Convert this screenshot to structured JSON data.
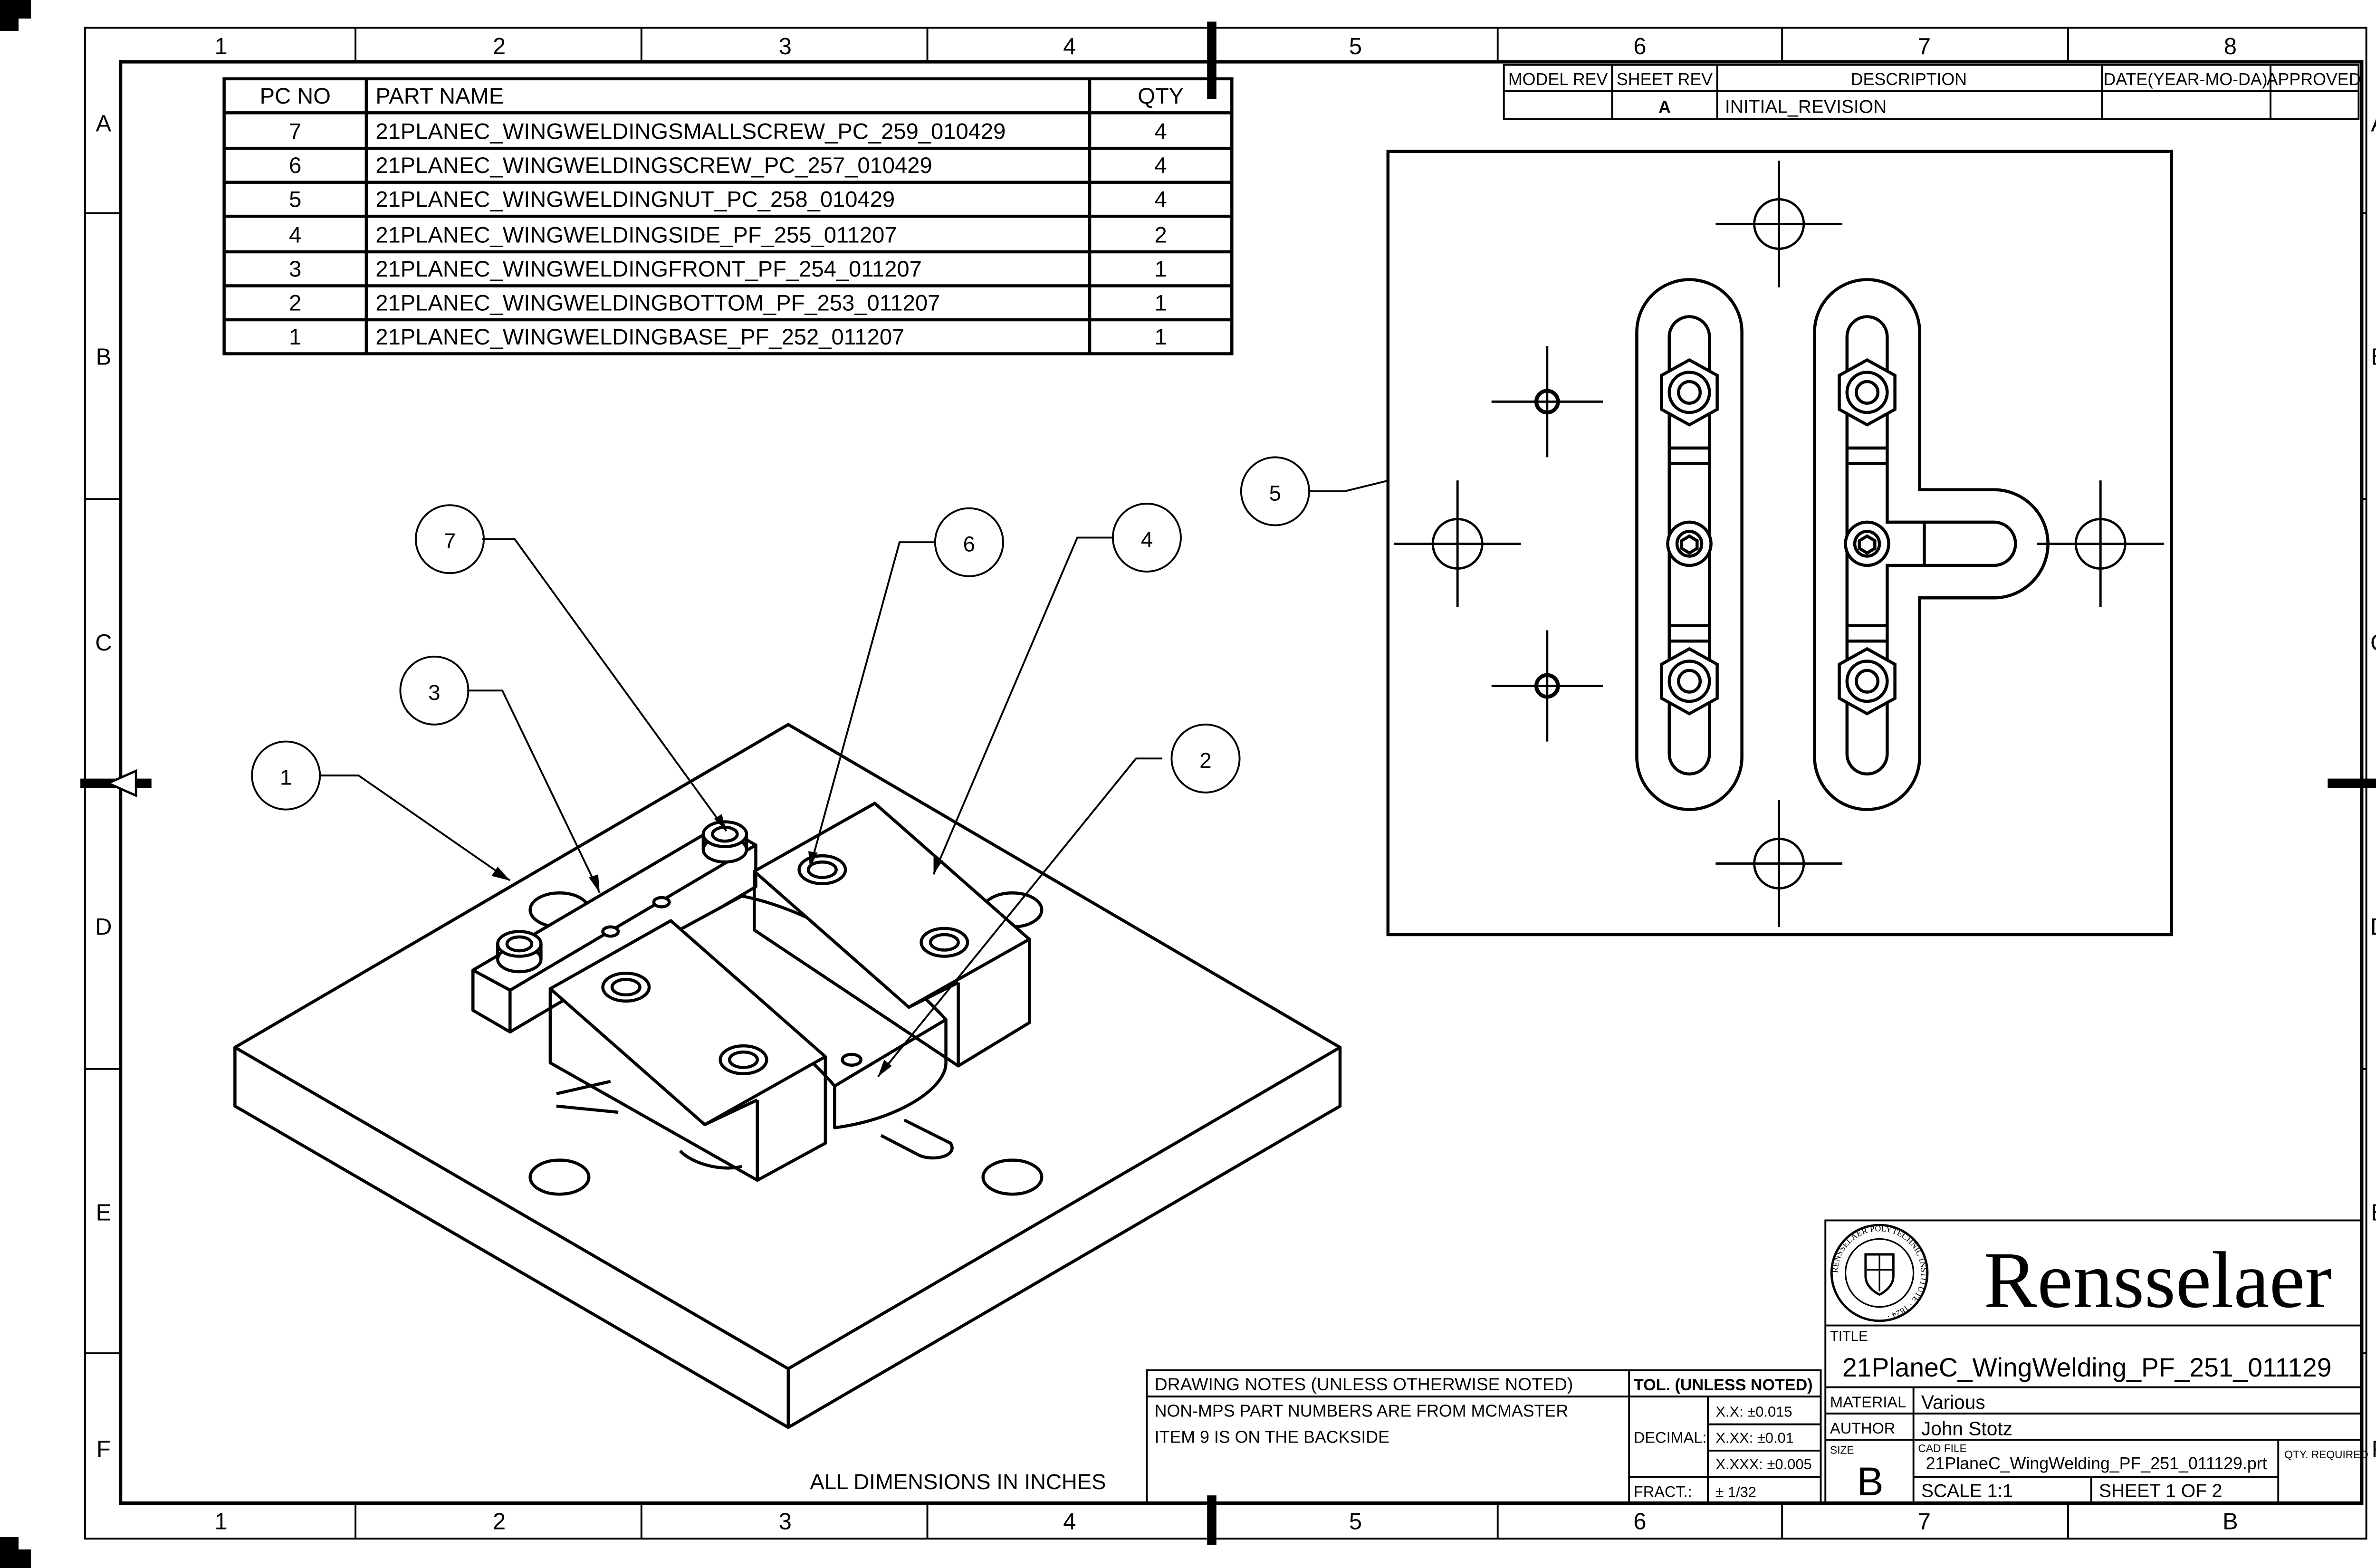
{
  "border": {
    "columns": [
      "1",
      "2",
      "3",
      "4",
      "5",
      "6",
      "7",
      "8"
    ],
    "columns_bottom": [
      "1",
      "2",
      "3",
      "4",
      "5",
      "6",
      "7",
      "B"
    ],
    "rows": [
      "A",
      "B",
      "C",
      "D",
      "E",
      "F"
    ]
  },
  "parts_list": {
    "headers": {
      "pc_no": "PC NO",
      "part_name": "PART NAME",
      "qty": "QTY"
    },
    "rows": [
      {
        "pc_no": "7",
        "part_name": "21PLANEC_WINGWELDINGSMALLSCREW_PC_259_010429",
        "qty": "4"
      },
      {
        "pc_no": "6",
        "part_name": "21PLANEC_WINGWELDINGSCREW_PC_257_010429",
        "qty": "4"
      },
      {
        "pc_no": "5",
        "part_name": "21PLANEC_WINGWELDINGNUT_PC_258_010429",
        "qty": "4"
      },
      {
        "pc_no": "4",
        "part_name": "21PLANEC_WINGWELDINGSIDE_PF_255_011207",
        "qty": "2"
      },
      {
        "pc_no": "3",
        "part_name": "21PLANEC_WINGWELDINGFRONT_PF_254_011207",
        "qty": "1"
      },
      {
        "pc_no": "2",
        "part_name": "21PLANEC_WINGWELDINGBOTTOM_PF_253_011207",
        "qty": "1"
      },
      {
        "pc_no": "1",
        "part_name": "21PLANEC_WINGWELDINGBASE_PF_252_011207",
        "qty": "1"
      }
    ]
  },
  "revision_block": {
    "headers": {
      "model_rev": "MODEL REV",
      "sheet_rev": "SHEET REV",
      "description": "DESCRIPTION",
      "date": "DATE(YEAR-MO-DA)",
      "approved": "APPROVED"
    },
    "row": {
      "model_rev": "",
      "sheet_rev": "A",
      "description": "INITIAL_REVISION",
      "date": "",
      "approved": ""
    }
  },
  "balloons": {
    "b1": "1",
    "b2": "2",
    "b3": "3",
    "b4": "4",
    "b5": "5",
    "b6": "6",
    "b7": "7"
  },
  "notes": {
    "header": "DRAWING NOTES (UNLESS OTHERWISE NOTED)",
    "lines": [
      "NON-MPS PART NUMBERS ARE FROM MCMASTER",
      "ITEM 9 IS ON THE BACKSIDE"
    ],
    "units": "ALL DIMENSIONS IN INCHES"
  },
  "tolerances": {
    "header": "TOL. (UNLESS NOTED)",
    "decimal_label": "DECIMAL:",
    "fract_label": "FRACT.:",
    "x1": "X.X: ±0.015",
    "x2": "X.XX: ±0.01",
    "x3": "X.XXX: ±0.005",
    "fract": "± 1/32"
  },
  "title_block": {
    "logo_text": "Rensselaer",
    "seal_text": "RENSSELAER POLYTECHNIC INSTITUTE · 1824 ·",
    "title_label": "TITLE",
    "title": "21PlaneC_WingWelding_PF_251_011129",
    "material_label": "MATERIAL",
    "material": "Various",
    "author_label": "AUTHOR",
    "author": "John Stotz",
    "size_label": "SIZE",
    "size": "B",
    "cad_label": "CAD FILE",
    "cad_file": "21PlaneC_WingWelding_PF_251_011129.prt",
    "qty_label": "QTY. REQUIRED",
    "scale": "SCALE   1:1",
    "sheet": "SHEET  1 OF 2"
  }
}
